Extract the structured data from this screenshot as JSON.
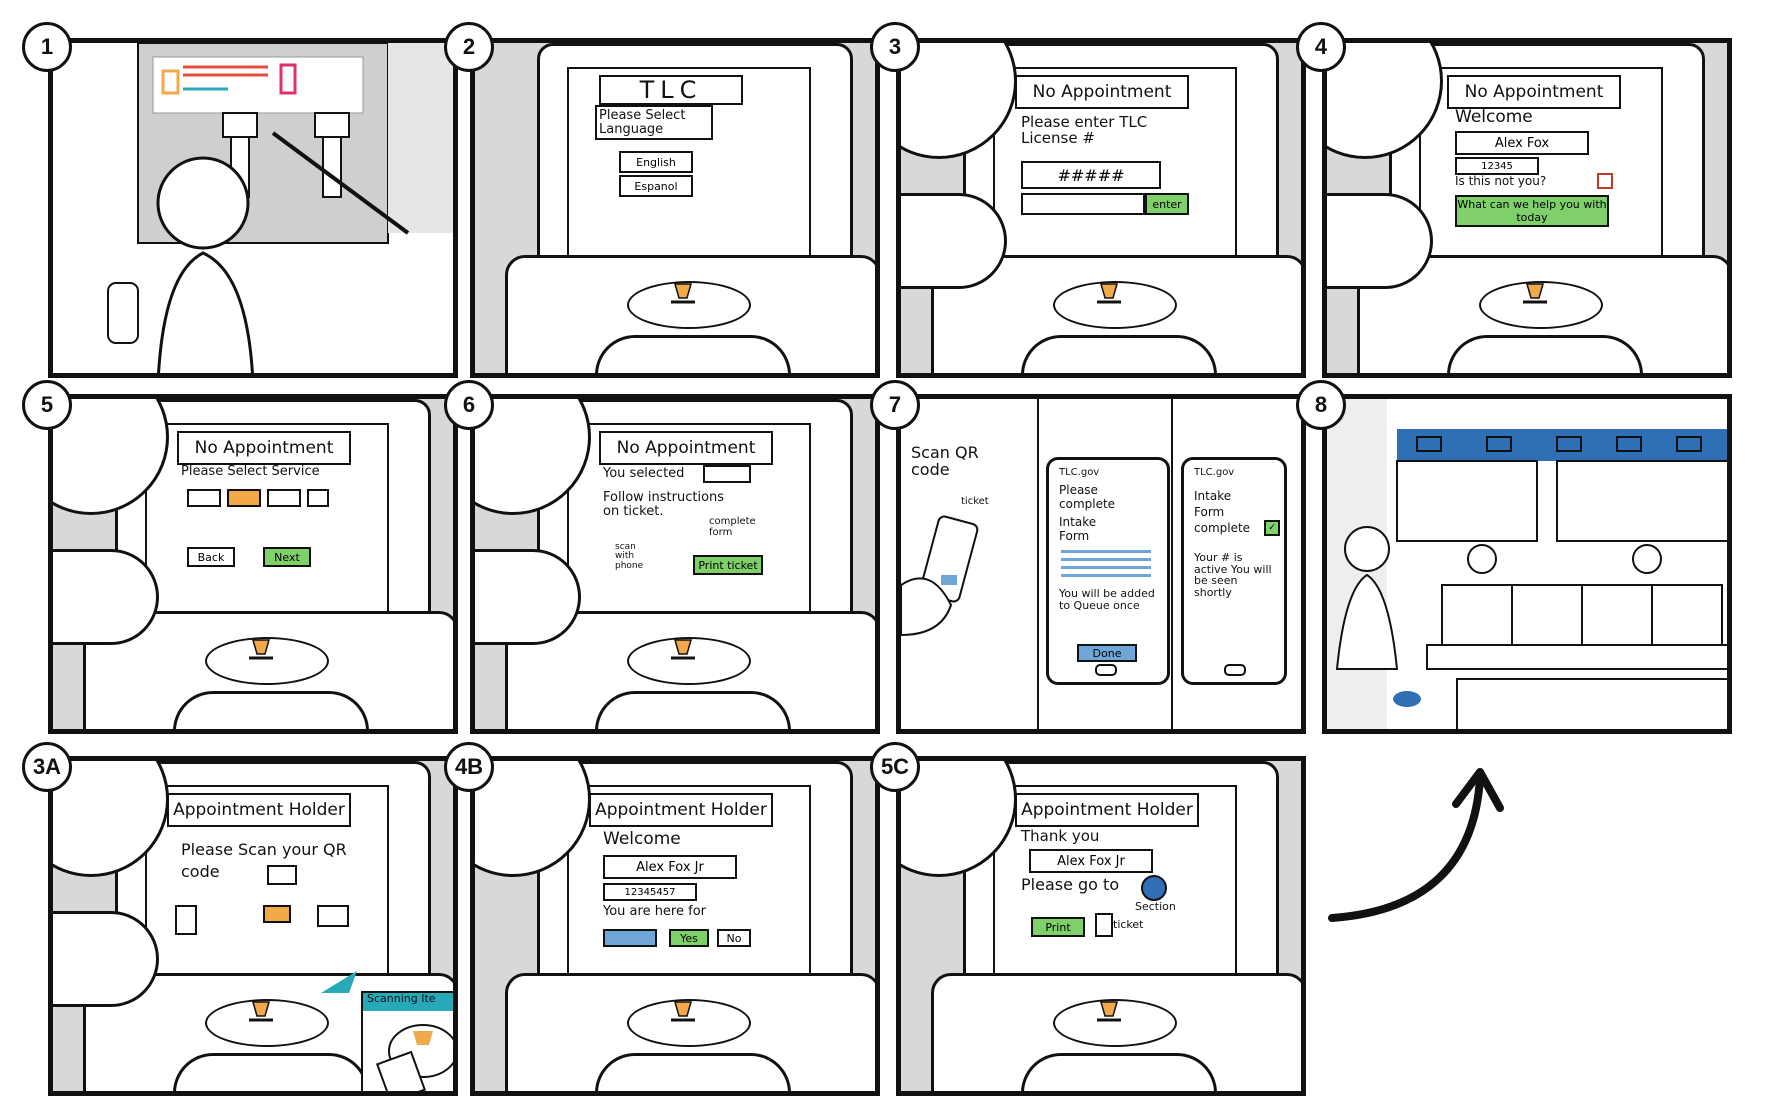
{
  "panels": [
    {
      "id": "1",
      "label": "1"
    },
    {
      "id": "2",
      "label": "2",
      "title": "TLC",
      "prompt": "Please Select Language",
      "options": [
        "English",
        "Espanol"
      ]
    },
    {
      "id": "3",
      "label": "3",
      "title": "No Appointment",
      "prompt": "Please enter TLC License #",
      "input": "#####",
      "enter": "enter"
    },
    {
      "id": "4",
      "label": "4",
      "title": "No Appointment",
      "welcome": "Welcome",
      "name": "Alex Fox",
      "number": "12345",
      "question": "Is this not you?",
      "help": "What can we help you with today"
    },
    {
      "id": "5",
      "label": "5",
      "title": "No Appointment",
      "prompt": "Please Select Service",
      "back": "Back",
      "next": "Next"
    },
    {
      "id": "6",
      "label": "6",
      "title": "No Appointment",
      "selected": "You selected",
      "instructions": "Follow instructions on ticket.",
      "scan": "scan with phone",
      "complete": "complete form",
      "print": "Print ticket"
    },
    {
      "id": "7",
      "label": "7",
      "scan": "Scan QR code",
      "ticket": "ticket",
      "phone1_head": "TLC.gov",
      "phone1_lines": [
        "Please",
        "complete",
        "Intake",
        "Form"
      ],
      "phone1_tail": "You will be added to Queue once",
      "done": "Done",
      "phone2_head": "TLC.gov",
      "phone2_lines": [
        "Intake",
        "Form",
        "complete"
      ],
      "phone2_tail": "Your # is active You will be seen shortly"
    },
    {
      "id": "8",
      "label": "8"
    },
    {
      "id": "3A",
      "label": "3A",
      "title": "Appointment Holder",
      "prompt": "Please Scan your QR code",
      "inset": "Scanning Ite"
    },
    {
      "id": "4B",
      "label": "4B",
      "title": "Appointment Holder",
      "welcome": "Welcome",
      "name": "Alex Fox Jr",
      "number": "12345457",
      "here": "You are here for",
      "yes": "Yes",
      "no": "No"
    },
    {
      "id": "5C",
      "label": "5C",
      "title": "Appointment Holder",
      "thanks": "Thank you",
      "name": "Alex Fox Jr",
      "goto": "Please go to",
      "section": "Section",
      "print": "Print",
      "ticket": "ticket"
    }
  ],
  "colors": {
    "green": "#7fcf6a",
    "blue": "#6fa6d8",
    "orange": "#f2a94a",
    "banner": "#2f6fb5",
    "teal": "#27a9b8"
  }
}
